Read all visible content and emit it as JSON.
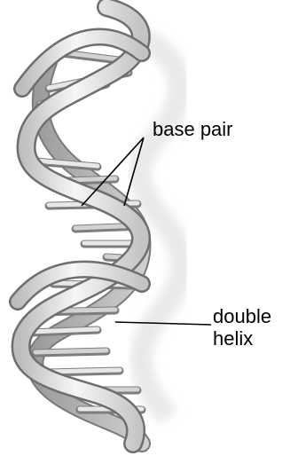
{
  "labels": {
    "base_pair": "base pair",
    "double_helix_line1": "double",
    "double_helix_line2": "helix"
  },
  "colors": {
    "background": "#ffffff",
    "ribbon_light": "#f4f4f4",
    "ribbon_mid": "#d9d9d9",
    "ribbon_dark": "#a9a9a9",
    "ribbon_edge": "#6e6e6e",
    "rung_light": "#e6e6e6",
    "rung_dark": "#8c8c8c",
    "shadow": "#e3e3e3",
    "leader_line": "#000000"
  }
}
